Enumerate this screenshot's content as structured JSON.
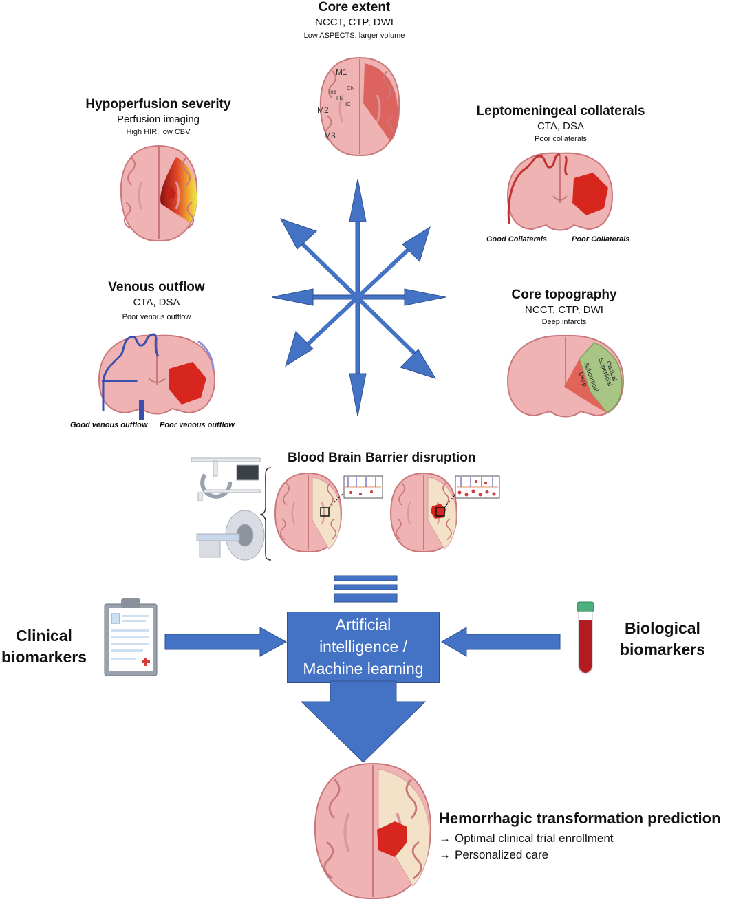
{
  "core_extent": {
    "title": "Core extent",
    "modalities": "NCCT, CTP, DWI",
    "note": "Low ASPECTS, larger volume",
    "labels": {
      "m1": "M1",
      "m2": "M2",
      "m3": "M3",
      "ins": "Ins",
      "cn": "CN",
      "ln": "LN",
      "ic": "IC"
    }
  },
  "hypoperfusion": {
    "title": "Hypoperfusion severity",
    "modalities": "Perfusion imaging",
    "note": "High HIR, low CBV"
  },
  "collaterals": {
    "title": "Leptomeningeal collaterals",
    "modalities": "CTA, DSA",
    "note": "Poor collaterals",
    "caption_good": "Good Collaterals",
    "caption_poor": "Poor Collaterals"
  },
  "venous": {
    "title": "Venous outflow",
    "modalities": "CTA, DSA",
    "note": "Poor venous outflow",
    "caption_good": "Good venous outflow",
    "caption_poor": "Poor venous outflow"
  },
  "topography": {
    "title": "Core topography",
    "modalities": "NCCT, CTP, DWI",
    "note": "Deep infarcts",
    "label_cortical": "Cortical",
    "label_superficial": "Superficial",
    "label_subcortical": "Subcortical",
    "label_deep": "Deep"
  },
  "bbb": {
    "title": "Blood Brain Barrier disruption"
  },
  "clinical": {
    "line1": "Clinical",
    "line2": "biomarkers"
  },
  "biological": {
    "line1": "Biological",
    "line2": "biomarkers"
  },
  "ai": {
    "line1": "Artificial",
    "line2": "intelligence /",
    "line3": "Machine learning"
  },
  "outcome": {
    "title": "Hemorrhagic transformation prediction",
    "item1": "Optimal clinical trial enrollment",
    "item2": "Personalized care",
    "bullet": "→"
  },
  "colors": {
    "arrow_blue": "#4472c4",
    "brain_pink": "#efb3b3",
    "brain_outline": "#c9777a",
    "infarct_red": "#d7261e",
    "vein_blue": "#3a4fb0",
    "tube_green": "#4caf7d"
  }
}
